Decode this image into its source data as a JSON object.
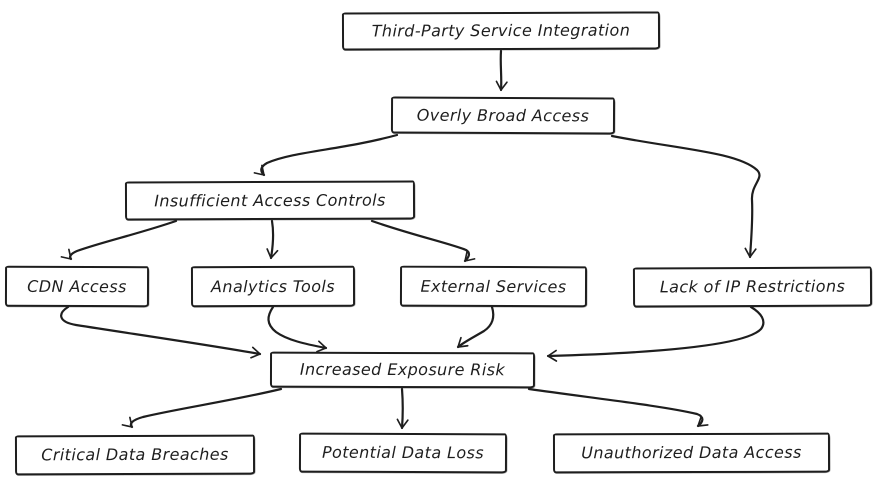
{
  "diagram": {
    "type": "flowchart",
    "colors": {
      "stroke": "#1e1e1e",
      "background": "#ffffff"
    },
    "nodes": {
      "third_party": {
        "label": "Third-Party Service Integration"
      },
      "overly_broad": {
        "label": "Overly Broad Access"
      },
      "insufficient": {
        "label": "Insufficient Access Controls"
      },
      "cdn": {
        "label": "CDN Access"
      },
      "analytics": {
        "label": "Analytics Tools"
      },
      "external": {
        "label": "External Services"
      },
      "lack_ip": {
        "label": "Lack of IP Restrictions"
      },
      "increased": {
        "label": "Increased Exposure Risk"
      },
      "critical": {
        "label": "Critical Data Breaches"
      },
      "potential": {
        "label": "Potential Data Loss"
      },
      "unauthorized": {
        "label": "Unauthorized Data Access"
      }
    },
    "edges": [
      {
        "from": "Third-Party Service Integration",
        "to": "Overly Broad Access"
      },
      {
        "from": "Overly Broad Access",
        "to": "Insufficient Access Controls"
      },
      {
        "from": "Overly Broad Access",
        "to": "Lack of IP Restrictions"
      },
      {
        "from": "Insufficient Access Controls",
        "to": "CDN Access"
      },
      {
        "from": "Insufficient Access Controls",
        "to": "Analytics Tools"
      },
      {
        "from": "Insufficient Access Controls",
        "to": "External Services"
      },
      {
        "from": "CDN Access",
        "to": "Increased Exposure Risk"
      },
      {
        "from": "Analytics Tools",
        "to": "Increased Exposure Risk"
      },
      {
        "from": "External Services",
        "to": "Increased Exposure Risk"
      },
      {
        "from": "Lack of IP Restrictions",
        "to": "Increased Exposure Risk"
      },
      {
        "from": "Increased Exposure Risk",
        "to": "Critical Data Breaches"
      },
      {
        "from": "Increased Exposure Risk",
        "to": "Potential Data Loss"
      },
      {
        "from": "Increased Exposure Risk",
        "to": "Unauthorized Data Access"
      }
    ]
  }
}
